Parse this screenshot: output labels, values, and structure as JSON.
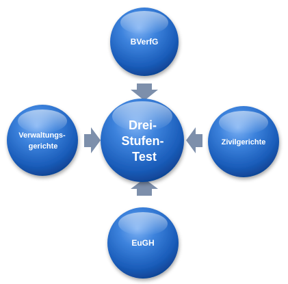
{
  "diagram": {
    "center": {
      "lines": [
        "Drei-",
        "Stufen-",
        "Test"
      ]
    },
    "top": {
      "lines": [
        "BVerfG"
      ]
    },
    "left": {
      "lines": [
        "Verwaltungs-",
        "gerichte"
      ]
    },
    "right": {
      "lines": [
        "Zivilgerichte"
      ]
    },
    "bottom": {
      "lines": [
        "EuGH"
      ]
    }
  },
  "colors": {
    "circle_fill": "#1f65c4",
    "circle_highlight": "#6da3ee",
    "circle_shadow": "#0b3f8a",
    "arrow_fill": "#7c8fad",
    "label": "#ffffff"
  }
}
